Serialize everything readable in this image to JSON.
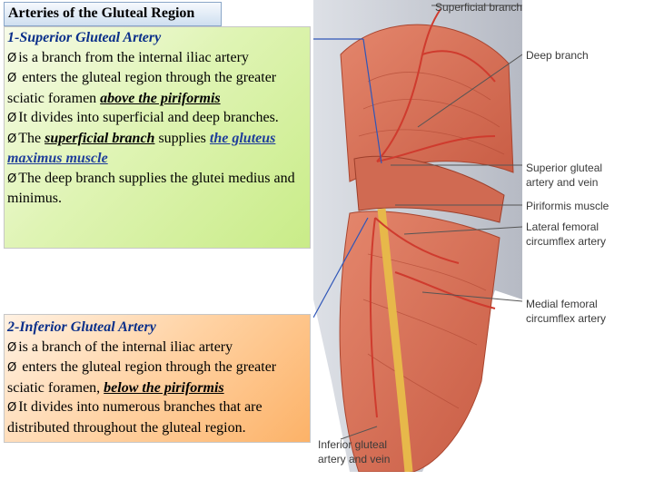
{
  "title": "Arteries of the Gluteal Region",
  "superior": {
    "heading": "1-Superior Gluteal Artery",
    "b1": "is a branch from the internal iliac artery",
    "b2": " enters the gluteal region through the greater sciatic foramen ",
    "b2_em": "above the piriformis",
    "b3": "It divides into superficial and deep branches.",
    "b4_pre": "The ",
    "b4_em": "superficial branch",
    "b4_mid": " supplies ",
    "b4_target": "the gluteus maximus muscle",
    "b5": "The deep branch supplies the glutei medius and minimus."
  },
  "inferior": {
    "heading": "2-Inferior Gluteal Artery",
    "b1": "is a branch of the internal iliac artery",
    "b2": " enters the gluteal region through the greater sciatic foramen, ",
    "b2_em": "below the piriformis",
    "b3": "It divides into numerous branches that are distributed throughout the gluteal region."
  },
  "bullet_symbol": "Ø",
  "labels": {
    "superficial_branch": "Superficial branch",
    "deep_branch": "Deep branch",
    "superior_gluteal": "Superior gluteal\nartery and vein",
    "piriformis": "Piriformis muscle",
    "lateral_femoral": "Lateral femoral\ncircumflex artery",
    "medial_femoral": "Medial femoral\ncircumflex artery",
    "inferior_gluteal": "Inferior gluteal\nartery and vein"
  },
  "colors": {
    "muscle": "#d9735a",
    "muscle_dark": "#b9503c",
    "fascia": "#c9ccd3",
    "artery": "#cf3b2e",
    "nerve": "#e7b84a",
    "leader": "#2f56b8"
  }
}
